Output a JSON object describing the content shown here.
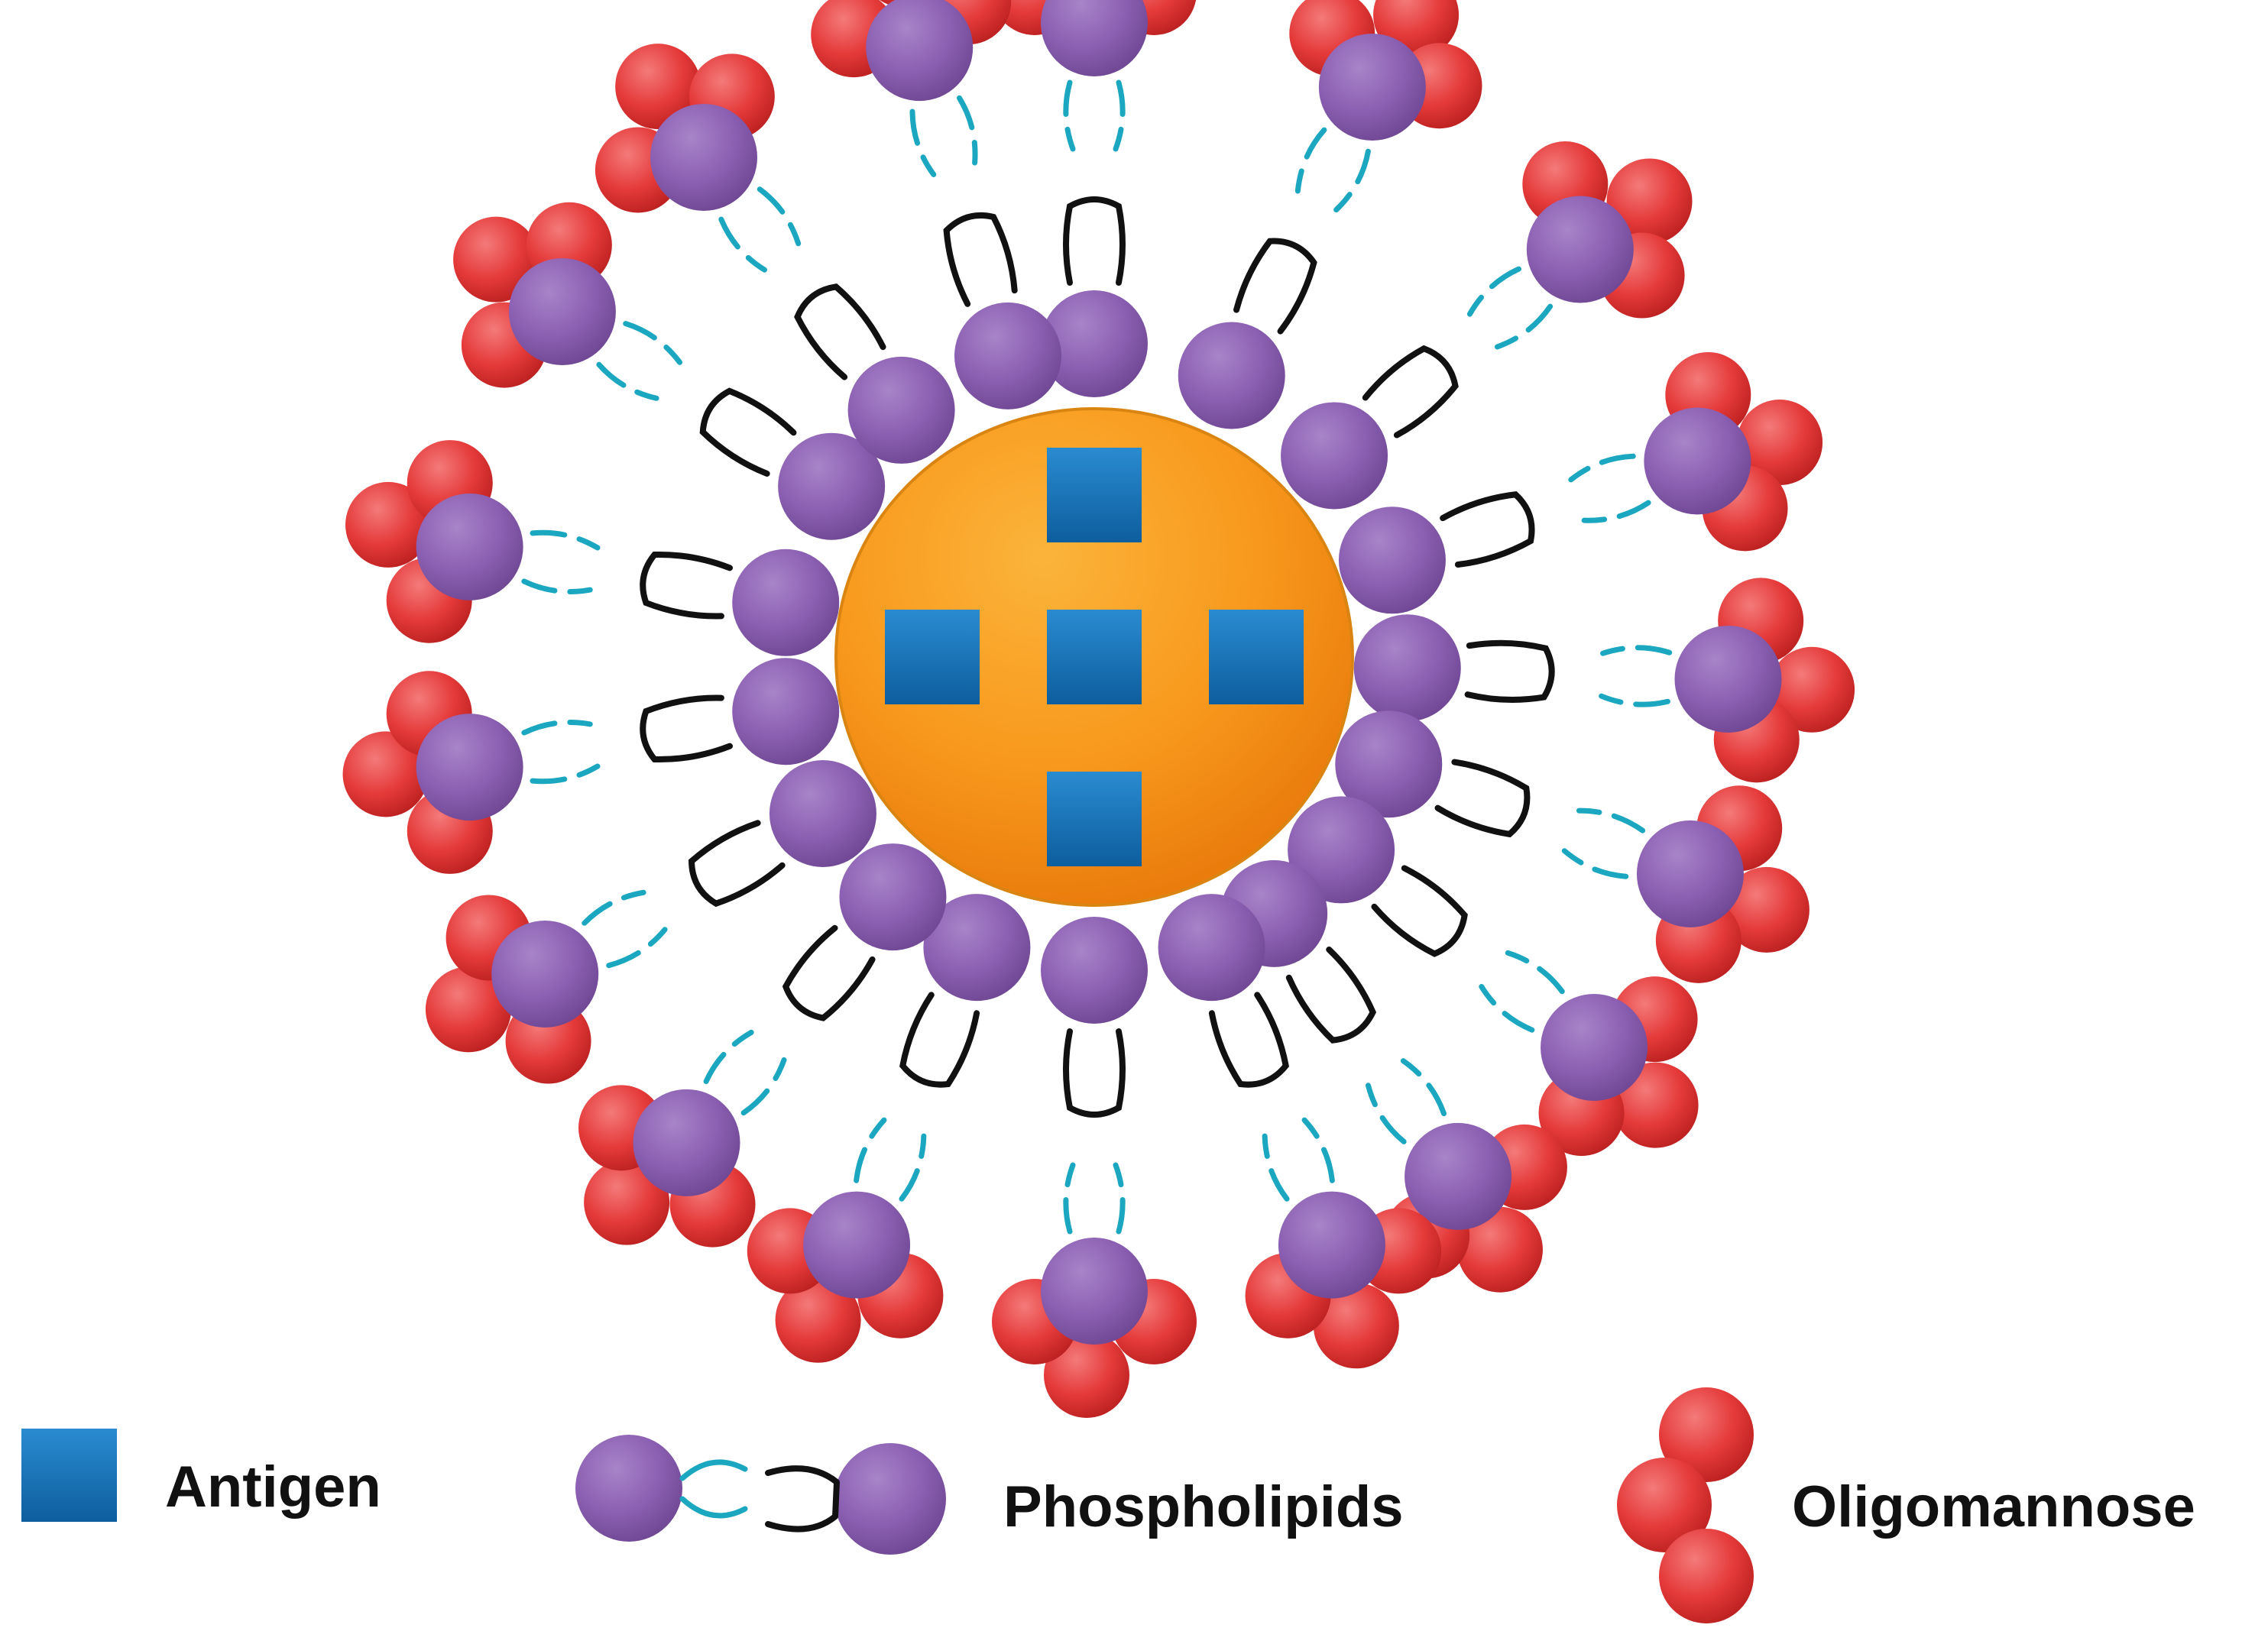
{
  "colors": {
    "core_light": "#FBB43A",
    "core_mid": "#F8991D",
    "core_dark": "#E8780A",
    "core_edge": "#DA8512",
    "antigen_light": "#2A8BD0",
    "antigen_dark": "#0D5E9E",
    "lipid_light": "#A884C8",
    "lipid_mid": "#8B5FB2",
    "lipid_dark": "#6C4590",
    "mannose_light": "#F47A7A",
    "mannose_mid": "#E53A3A",
    "mannose_dark": "#B81E1E",
    "tail_outer": "#1AA7BF",
    "tail_inner": "#111111"
  },
  "diagram": {
    "antigen_count": 5,
    "arm_count": 18
  },
  "legend": {
    "antigen_label": "Antigen",
    "phospholipids_label": "Phospholipids",
    "oligomannose_label": "Oligomannose"
  }
}
